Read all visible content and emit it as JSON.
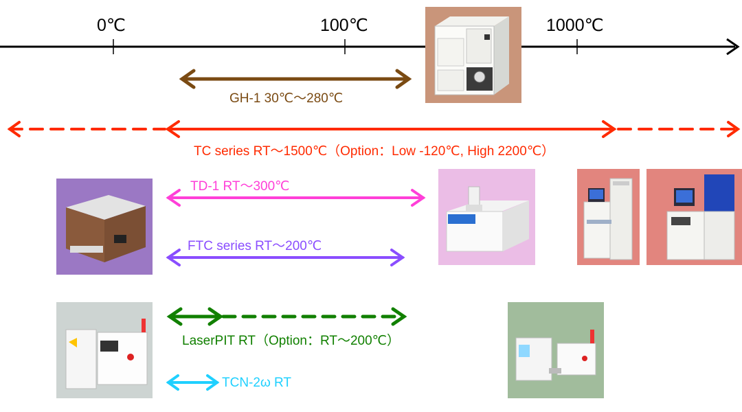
{
  "axis": {
    "ticks": [
      "0℃",
      "100℃",
      "1000℃"
    ]
  },
  "instruments": {
    "gh1": "GH-1 30℃～280℃",
    "tc": "TC series RT～1500℃（Option：Low -120℃, High 2200℃）",
    "td1": "TD-1 RT～300℃",
    "ftc": "FTC series  RT～200℃",
    "laserpit": "LaserPIT RT（Option：RT～200℃）",
    "tcn": "TCN-2ω RT"
  },
  "colors": {
    "gh1": "#7a4a12",
    "tc": "#ff2a00",
    "td1": "#ff3fd8",
    "ftc": "#8a4dff",
    "laserpit": "#118000",
    "tcn": "#1fd0ff",
    "photo_gh1_bg": "#c9957a",
    "photo_td1_bg": "#ebbde6",
    "photo_tc_bg": "#e2857e",
    "photo_ftc_bg": "#9b78c4",
    "photo_laserpit_bg": "#cdd4d2",
    "photo_tcn_bg": "#a1bc9c"
  }
}
